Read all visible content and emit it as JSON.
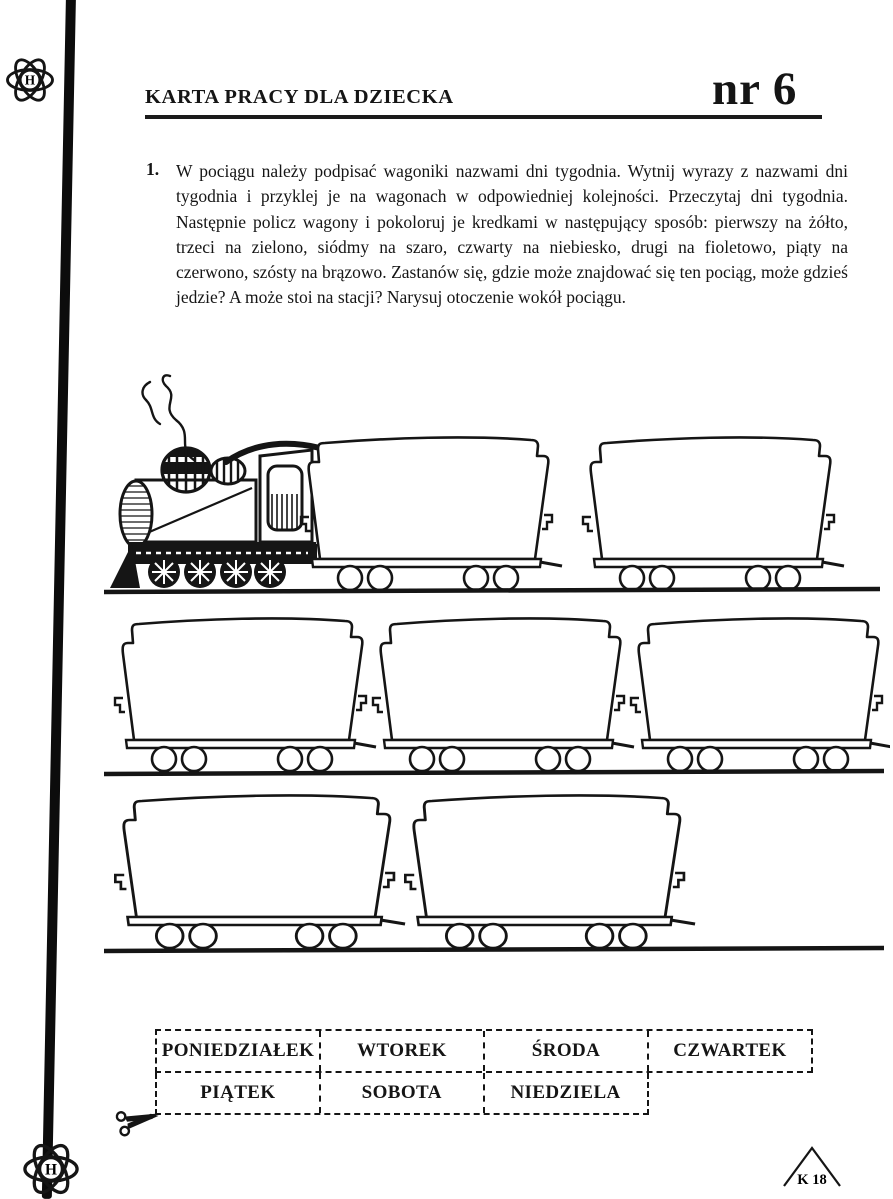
{
  "header": {
    "title": "KARTA PRACY DLA DZIECKA",
    "sheet_number": "nr 6"
  },
  "task": {
    "number": "1.",
    "text": "W pociągu należy podpisać wagoniki nazwami dni tygodnia. Wytnij wyrazy z nazwami dni tygodnia i przyklej je na wagonach w odpowiedniej kolejności. Przeczytaj dni tygodnia. Następnie policz wagony i pokoloruj je kredkami w następujący sposób: pierwszy na żółto, trzeci na zielono, siódmy na szaro, czwarty na niebiesko, drugi na fioletowo, piąty na czerwono, szósty na brązowo. Zastanów się, gdzie może znajdować się ten pociąg, może gdzieś jedzie? A może stoi na stacji? Narysuj otoczenie wokół pociągu."
  },
  "illustration": {
    "rows": [
      "locomotive with 2 wagons",
      "3 wagons",
      "2 wagons"
    ],
    "total_wagons": 7
  },
  "day_cards": [
    "PONIEDZIAŁEK",
    "WTOREK",
    "ŚRODA",
    "CZWARTEK",
    "PIĄTEK",
    "SOBOTA",
    "NIEDZIELA"
  ],
  "footer": {
    "page_code": "K 18"
  },
  "logo": {
    "letter": "H"
  },
  "colors": {
    "ink": "#151515",
    "paper": "#ffffff"
  }
}
